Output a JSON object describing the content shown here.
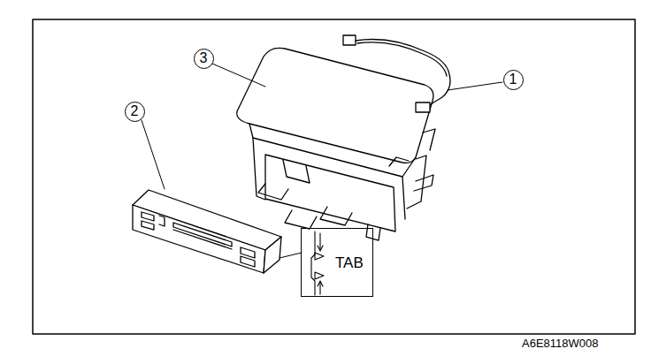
{
  "diagram": {
    "nodes": [
      {
        "text": [
          "3"
        ]
      },
      {
        "text": [
          "1"
        ]
      },
      {
        "text": [
          "2"
        ]
      },
      {
        "text": [
          "TAB"
        ]
      }
    ],
    "labels": [
      "A6E8118W008"
    ]
  }
}
